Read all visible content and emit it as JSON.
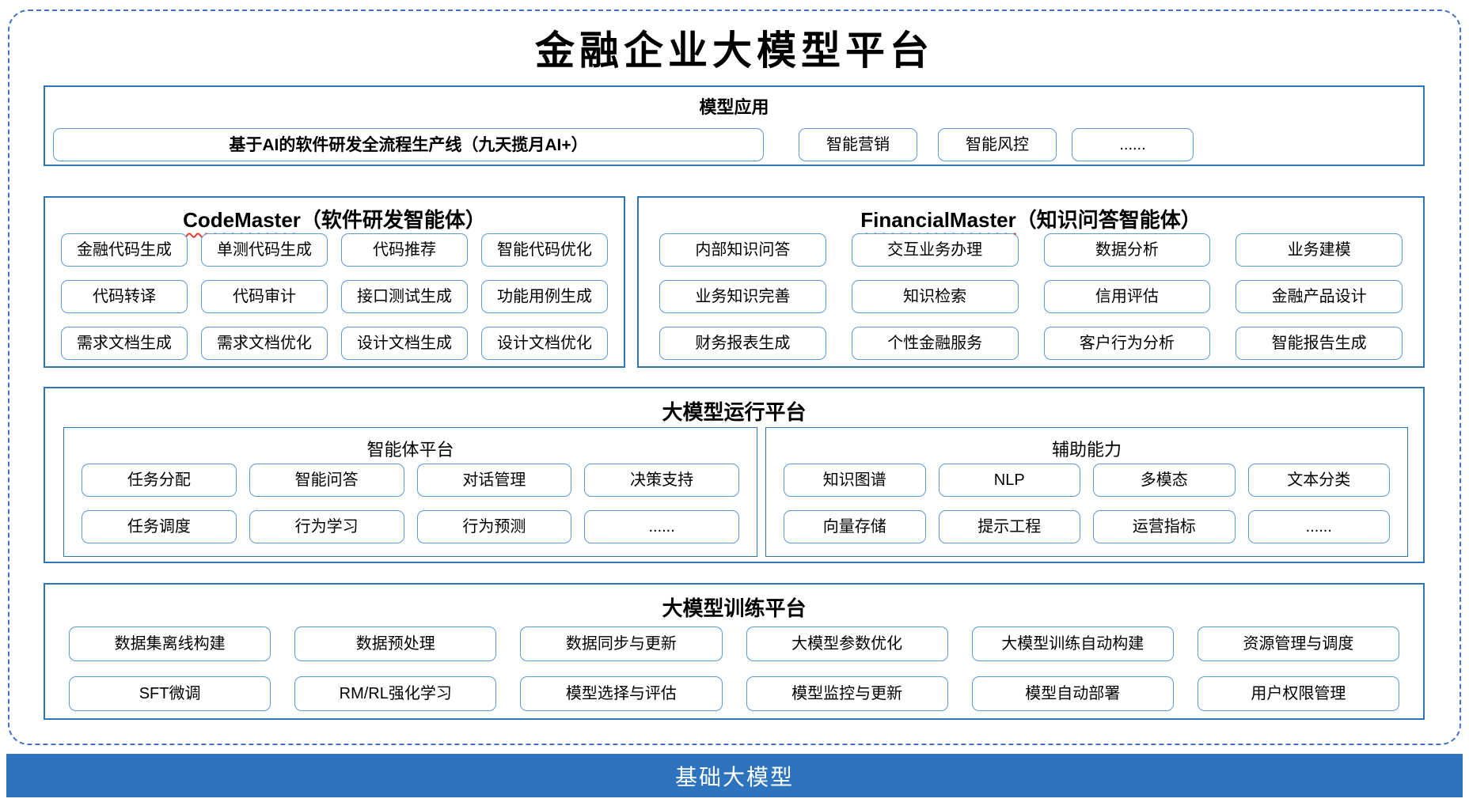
{
  "page": {
    "title": "金融企业大模型平台"
  },
  "model_application": {
    "title": "模型应用",
    "pipeline_item": "基于AI的软件研发全流程生产线（九天揽月AI+）",
    "items": [
      "智能营销",
      "智能风控",
      "......"
    ]
  },
  "code_master": {
    "title_en": "CodeMaster",
    "title_cn": "（软件研发智能体）",
    "items": [
      "金融代码生成",
      "单测代码生成",
      "代码推荐",
      "智能代码优化",
      "代码转译",
      "代码审计",
      "接口测试生成",
      "功能用例生成",
      "需求文档生成",
      "需求文档优化",
      "设计文档生成",
      "设计文档优化"
    ]
  },
  "financial_master": {
    "title_en": "FinancialMaster",
    "title_cn": "（知识问答智能体）",
    "items": [
      "内部知识问答",
      "交互业务办理",
      "数据分析",
      "业务建模",
      "业务知识完善",
      "知识检索",
      "信用评估",
      "金融产品设计",
      "财务报表生成",
      "个性金融服务",
      "客户行为分析",
      "智能报告生成"
    ]
  },
  "runtime_platform": {
    "title": "大模型运行平台",
    "agent_platform": {
      "title": "智能体平台",
      "items": [
        "任务分配",
        "智能问答",
        "对话管理",
        "决策支持",
        "任务调度",
        "行为学习",
        "行为预测",
        "......"
      ]
    },
    "auxiliary": {
      "title": "辅助能力",
      "items": [
        "知识图谱",
        "NLP",
        "多模态",
        "文本分类",
        "向量存储",
        "提示工程",
        "运营指标",
        "......"
      ]
    }
  },
  "training_platform": {
    "title": "大模型训练平台",
    "items": [
      "数据集离线构建",
      "数据预处理",
      "数据同步与更新",
      "大模型参数优化",
      "大模型训练自动构建",
      "资源管理与调度",
      "SFT微调",
      "RM/RL强化学习",
      "模型选择与评估",
      "模型监控与更新",
      "模型自动部署",
      "用户权限管理"
    ]
  },
  "base_model": {
    "label": "基础大模型"
  },
  "colors": {
    "panel_border": "#2E75B6",
    "chip_border": "#5B9BD5",
    "outer_dashed": "#4472C4",
    "base_bar": "#2E73BE",
    "spellcheck_squiggle": "#E5402E"
  }
}
